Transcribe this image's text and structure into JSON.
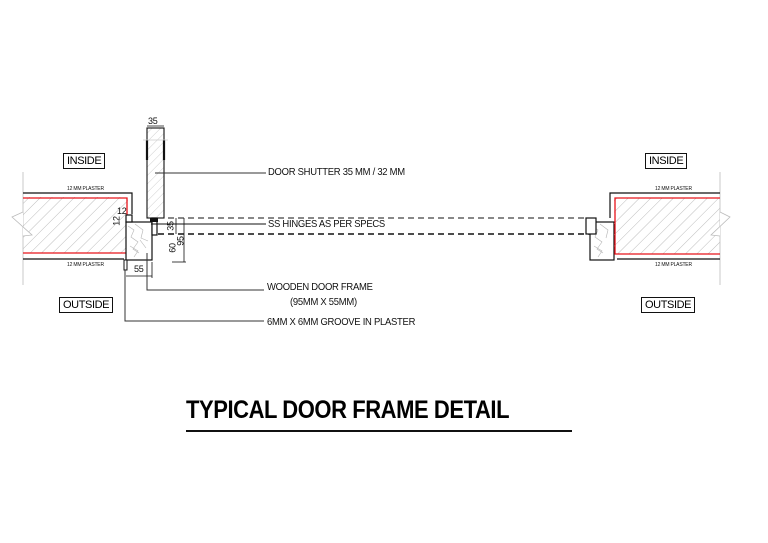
{
  "title": "TYPICAL  DOOR FRAME  DETAIL",
  "sides": {
    "left": {
      "inside": "INSIDE",
      "outside": "OUTSIDE",
      "plaster_top": "12 MM PLASTER",
      "plaster_bottom": "12 MM PLASTER"
    },
    "right": {
      "inside": "INSIDE",
      "outside": "OUTSIDE",
      "plaster_top": "12 MM PLASTER",
      "plaster_bottom": "12 MM PLASTER"
    }
  },
  "annotations": {
    "door_shutter": "DOOR SHUTTER  35 MM  / 32  MM",
    "hinges": "SS HINGES AS PER SPECS",
    "frame_line1": "WOODEN DOOR FRAME",
    "frame_line2": "(95MM X 55MM)",
    "groove": "6MM X 6MM GROOVE IN PLASTER"
  },
  "dimensions": {
    "shutter_width": "35",
    "groove_h": "12",
    "groove_v": "12",
    "rebate": "35",
    "frame_depth": "95",
    "frame_lower": "60",
    "frame_width": "55"
  },
  "colors": {
    "line": "#111111",
    "plaster_edge": "#e8141b",
    "hatch": "#b8b8b8",
    "shutter_fill": "#e6e6e6"
  }
}
